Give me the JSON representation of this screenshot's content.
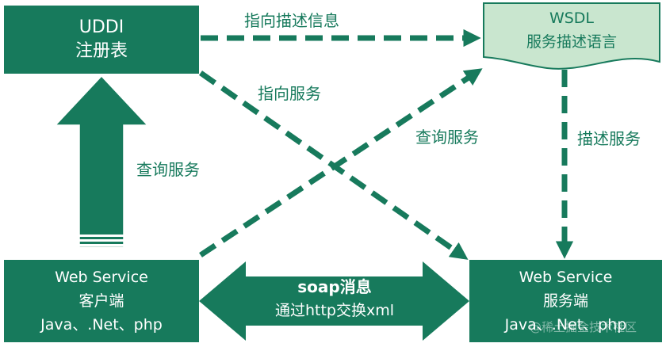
{
  "colors": {
    "primary": "#177a5c",
    "wsdl_fill": "#c9e6cf",
    "text_light": "#ffffff"
  },
  "uddi": {
    "line1": "UDDI",
    "line2": "注册表"
  },
  "wsdl": {
    "line1": "WSDL",
    "line2": "服务描述语言"
  },
  "client": {
    "line1": "Web Service",
    "line2": "客户端",
    "line3": "Java、.Net、php"
  },
  "server": {
    "line1": "Web Service",
    "line2": "服务端",
    "line3": "Java、.Net、php"
  },
  "edges": {
    "uddi_to_wsdl": "指向描述信息",
    "uddi_to_server": "指向服务",
    "client_to_wsdl": "查询服务",
    "wsdl_to_server": "描述服务",
    "client_to_uddi": "查询服务"
  },
  "soap": {
    "title": "soap消息",
    "subtitle": "通过http交换xml"
  },
  "watermark": "@稀土掘金技术社区"
}
